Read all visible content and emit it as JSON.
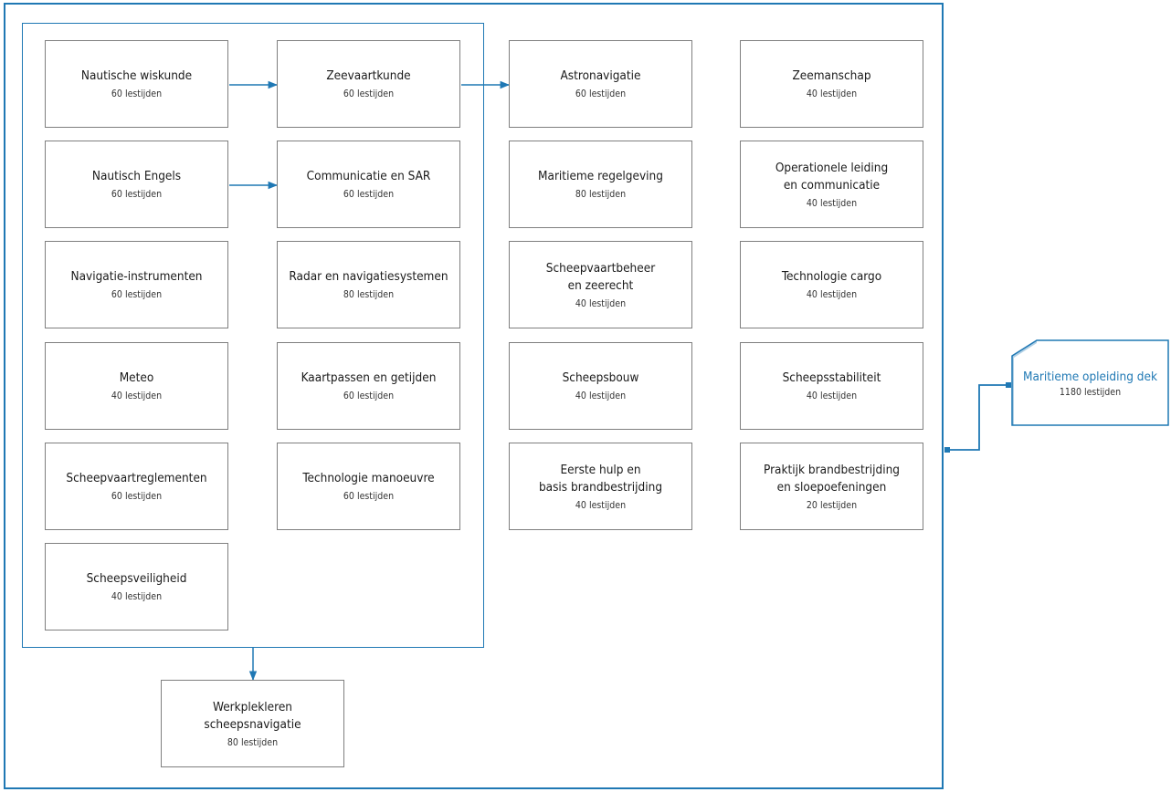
{
  "colors": {
    "accent": "#1f78b4",
    "box_border": "#7f7f7f"
  },
  "modules": {
    "nautische_wiskunde": {
      "title": "Nautische wiskunde",
      "hours": "60 lestijden"
    },
    "zeevaartkunde": {
      "title": "Zeevaartkunde",
      "hours": "60 lestijden"
    },
    "astronavigatie": {
      "title": "Astronavigatie",
      "hours": "60 lestijden"
    },
    "zeemanschap": {
      "title": "Zeemanschap",
      "hours": "40 lestijden"
    },
    "nautisch_engels": {
      "title": "Nautisch Engels",
      "hours": "60 lestijden"
    },
    "communicatie_sar": {
      "title": "Communicatie en SAR",
      "hours": "60 lestijden"
    },
    "maritieme_regelgeving": {
      "title": "Maritieme regelgeving",
      "hours": "80 lestijden"
    },
    "operationele_leiding": {
      "title": "Operationele leiding\nen communicatie",
      "hours": "40 lestijden"
    },
    "navigatie_instrumenten": {
      "title": "Navigatie-instrumenten",
      "hours": "60 lestijden"
    },
    "radar": {
      "title": "Radar en navigatiesystemen",
      "hours": "80 lestijden"
    },
    "scheepvaartbeheer": {
      "title": "Scheepvaartbeheer\nen zeerecht",
      "hours": "40 lestijden"
    },
    "technologie_cargo": {
      "title": "Technologie cargo",
      "hours": "40 lestijden"
    },
    "meteo": {
      "title": "Meteo",
      "hours": "40 lestijden"
    },
    "kaartpassen": {
      "title": "Kaartpassen en getijden",
      "hours": "60 lestijden"
    },
    "scheepsbouw": {
      "title": "Scheepsbouw",
      "hours": "40 lestijden"
    },
    "scheepsstabiliteit": {
      "title": "Scheepsstabiliteit",
      "hours": "40 lestijden"
    },
    "scheepvaartreglementen": {
      "title": "Scheepvaartreglementen",
      "hours": "60 lestijden"
    },
    "technologie_manoeuvre": {
      "title": "Technologie manoeuvre",
      "hours": "60 lestijden"
    },
    "eerste_hulp": {
      "title": "Eerste hulp en\nbasis brandbestrijding",
      "hours": "40 lestijden"
    },
    "praktijk_brandbestrijding": {
      "title": "Praktijk brandbestrijding\nen sloepoefeningen",
      "hours": "20 lestijden"
    },
    "scheepsveiligheid": {
      "title": "Scheepsveiligheid",
      "hours": "40 lestijden"
    },
    "werkplekleren": {
      "title": "Werkplekleren\nscheepsnavigatie",
      "hours": "80 lestijden"
    }
  },
  "final": {
    "title": "Maritieme opleiding dek",
    "hours": "1180 lestijden"
  }
}
